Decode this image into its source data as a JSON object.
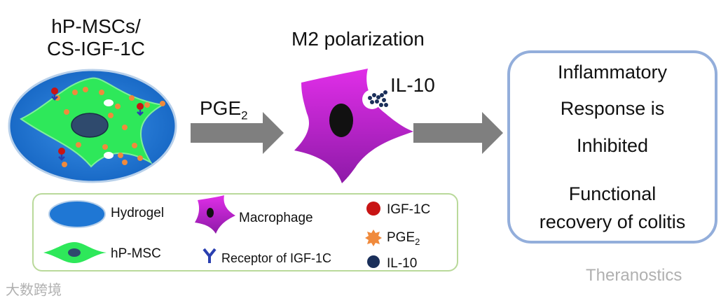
{
  "title": {
    "line1": "hP-MSCs/",
    "line2": "CS-IGF-1C"
  },
  "arrow1_label": {
    "main": "PGE",
    "sub": "2"
  },
  "macrophage_title": "M2 polarization",
  "il10_label": "IL-10",
  "result": {
    "line1": "Inflammatory",
    "line2": "Response is",
    "line3": "Inhibited",
    "line4": "Functional",
    "line5": "recovery of colitis"
  },
  "legend": {
    "hydrogel": "Hydrogel",
    "hpmsc": "hP-MSC",
    "macrophage": "Macrophage",
    "receptor": "Receptor of IGF-1C",
    "igf": "IGF-1C",
    "pge": {
      "main": "PGE",
      "sub": "2"
    },
    "il10": "IL-10"
  },
  "watermark": {
    "left": "大数跨境",
    "right": "Theranostics"
  },
  "colors": {
    "hydrogel": "#1f77d4",
    "msc": "#2ee85a",
    "nucleus": "#2f4a6d",
    "macrophage": "#b81fd1",
    "igf": "#c81414",
    "pge": "#f08a3c",
    "il10": "#1a2f5a",
    "arrow": "#7f7f7f",
    "receptor": "#2a3fb0",
    "result_border": "#93aedb",
    "legend_border": "#b9d99a"
  }
}
